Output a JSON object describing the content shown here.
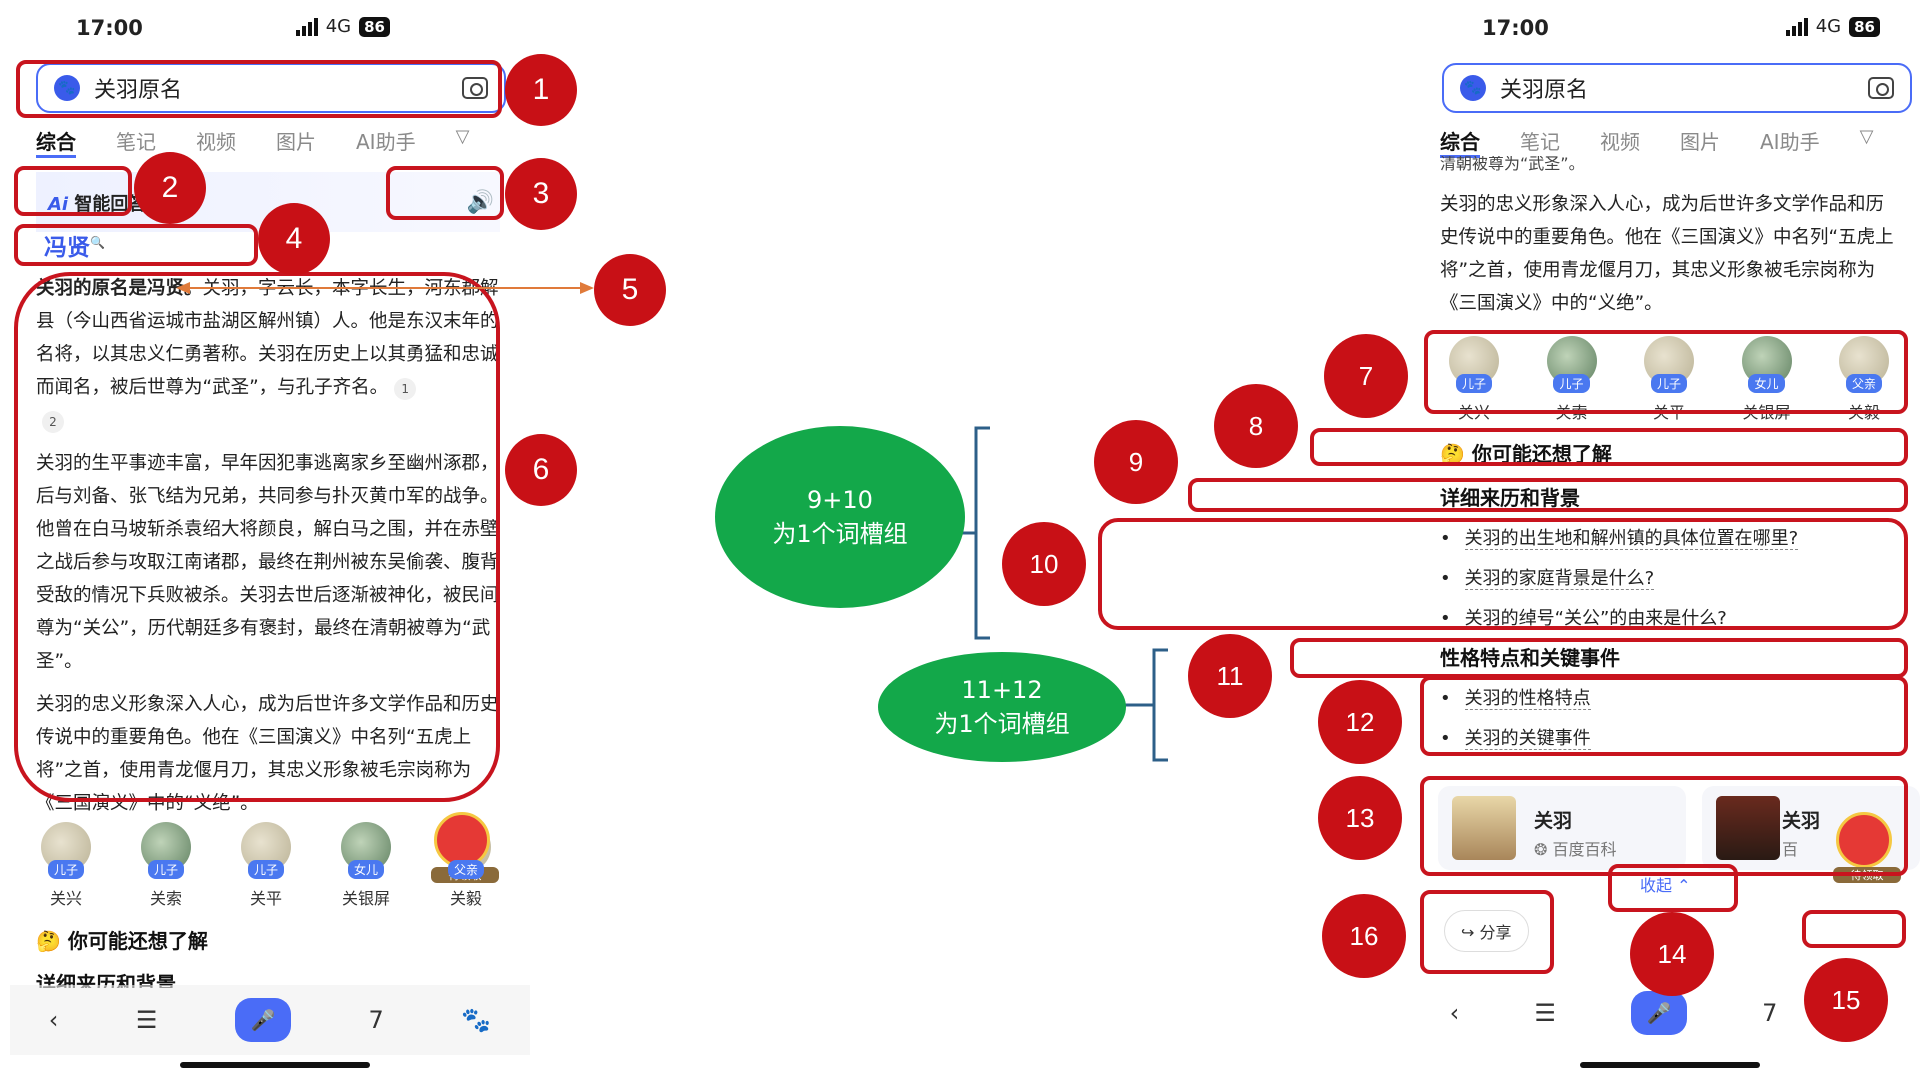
{
  "status": {
    "time": "17:00",
    "network": "4G",
    "battery": "86"
  },
  "search": {
    "query": "关羽原名"
  },
  "tabs": [
    "综合",
    "笔记",
    "视频",
    "图片",
    "AI助手"
  ],
  "ai_label": "智能回答",
  "keyword": "冯贤",
  "answer_left": {
    "p1_bold": "关羽的原名是冯贤。",
    "p1": "关羽，字云长，本字长生，河东郡解县（今山西省运城市盐湖区解州镇）人。他是东汉末年的名将，以其忠义仁勇著称。关羽在历史上以其勇猛和忠诚而闻名，被后世尊为“武圣”，与孔子齐名。",
    "cite1": "1",
    "cite2": "2",
    "p2": "关羽的生平事迹丰富，早年因犯事逃离家乡至幽州涿郡，后与刘备、张飞结为兄弟，共同参与扑灭黄巾军的战争。他曾在白马坡斩杀袁绍大将颜良，解白马之围，并在赤壁之战后参与攻取江南诸郡，最终在荆州被东吴偷袭、腹背受敌的情况下兵败被杀。关羽去世后逐渐被神化，被民间尊为“关公”，历代朝廷多有褒封，最终在清朝被尊为“武圣”。",
    "p3": "关羽的忠义形象深入人心，成为后世许多文学作品和历史传说中的重要角色。他在《三国演义》中名列“五虎上将”之首，使用青龙偃月刀，其忠义形象被毛宗岗称为《三国演义》中的“义绝”。"
  },
  "answer_right": {
    "cut": "清朝被尊为“武圣”。",
    "p3": "关羽的忠义形象深入人心，成为后世许多文学作品和历史传说中的重要角色。他在《三国演义》中名列“五虎上将”之首，使用青龙偃月刀，其忠义形象被毛宗岗称为《三国演义》中的“义绝”。"
  },
  "relatives": [
    {
      "tag": "儿子",
      "name": "关兴"
    },
    {
      "tag": "儿子",
      "name": "关索"
    },
    {
      "tag": "儿子",
      "name": "关平"
    },
    {
      "tag": "女儿",
      "name": "关银屏"
    },
    {
      "tag": "父亲",
      "name": "关毅"
    }
  ],
  "redpacket_label": "待领取",
  "also_know": "你可能还想了解",
  "section1": "详细来历和背景",
  "questions1": [
    "关羽的出生地和解州镇的具体位置在哪里?",
    "关羽的家庭背景是什么?",
    "关羽的绰号“关公”的由来是什么?"
  ],
  "section2": "性格特点和关键事件",
  "questions2": [
    "关羽的性格特点",
    "关羽的关键事件"
  ],
  "card": {
    "title": "关羽",
    "source": "百度百科",
    "title2": "关羽",
    "source2": "百"
  },
  "collapse": "收起",
  "share": "分享",
  "tab_count": "7",
  "groups": [
    {
      "line1": "9+10",
      "line2": "为1个词槽组"
    },
    {
      "line1": "11+12",
      "line2": "为1个词槽组"
    }
  ],
  "numbers": [
    "1",
    "2",
    "3",
    "4",
    "5",
    "6",
    "7",
    "8",
    "9",
    "10",
    "11",
    "12",
    "13",
    "14",
    "15",
    "16"
  ]
}
